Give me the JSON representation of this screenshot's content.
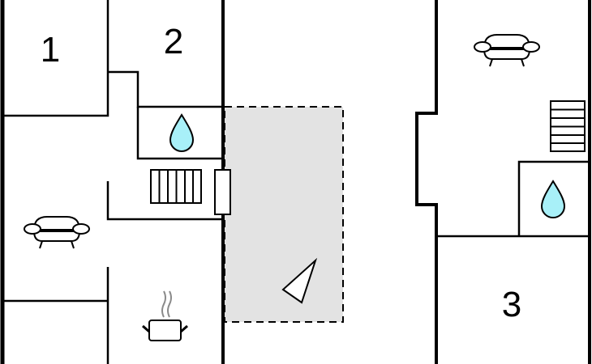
{
  "title": "Floor plan",
  "rooms": [
    {
      "id": "bedroom-1",
      "label": "1"
    },
    {
      "id": "bedroom-2",
      "label": "2"
    },
    {
      "id": "bedroom-3",
      "label": "3"
    }
  ],
  "icons": {
    "bathroom": "water-drop-icon",
    "living": "sofa-icon",
    "kitchen": "cooking-pot-icon",
    "stairs": "stairs-icon",
    "terrace": "terrace-area",
    "compass": "north-arrow-icon"
  },
  "colors": {
    "wall": "#000000",
    "water": "#a8f0f8",
    "terrace_fill": "#e3e3e3",
    "steam": "#8a8a8a"
  }
}
